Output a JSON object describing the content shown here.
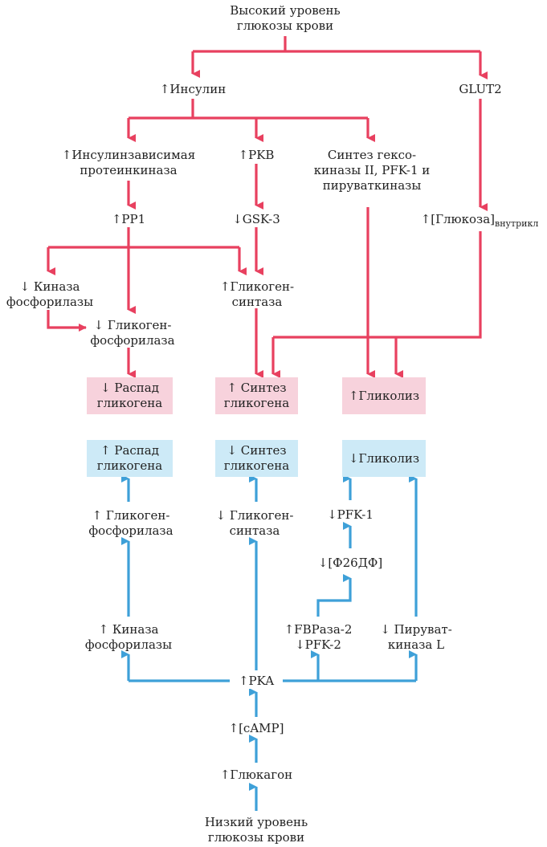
{
  "colors": {
    "insulin_path": "#e8405f",
    "glucagon_path": "#3ea0d8",
    "pink_box": "#f7d2dc",
    "blue_box": "#cdeaf7"
  },
  "top": {
    "high_glucose_1": "Высокий уровень",
    "high_glucose_2": "глюкозы крови"
  },
  "insulin": {
    "insulin": "↑Инсулин",
    "glut2": "GLUT2",
    "ins_kinase_1": "↑Инсулинзависимая",
    "ins_kinase_2": "протеинкиназа",
    "pkb": "↑PKB",
    "synth_1": "Синтез гексо-",
    "synth_2": "киназы II, PFK-1 и",
    "synth_3": "пируваткиназы",
    "pp1": "↑PP1",
    "gsk3": "↓GSK-3",
    "glucose_in": "↑[Глюкоза]",
    "glucose_in_sub": "внутрикл",
    "phk_1": "↓ Киназа",
    "phk_2": "фосфорилазы",
    "gs_1": "↑Гликоген-",
    "gs_2": "синтаза",
    "gp_1": "↓ Гликоген-",
    "gp_2": "фосфорилаза",
    "breakdown_1": "↓ Распад",
    "breakdown_2": "гликогена",
    "synthesis_1": "↑ Синтез",
    "synthesis_2": "гликогена",
    "glycolysis": "↑Гликолиз"
  },
  "glucagon": {
    "breakdown_1": "↑ Распад",
    "breakdown_2": "гликогена",
    "synthesis_1": "↓ Синтез",
    "synthesis_2": "гликогена",
    "glycolysis": "↓Гликолиз",
    "gp_1": "↑ Гликоген-",
    "gp_2": "фосфорилаза",
    "gs_1": "↓ Гликоген-",
    "gs_2": "синтаза",
    "pfk1": "↓PFK-1",
    "f26bp": "↓[Ф26ДФ]",
    "phk_1": "↑ Киназа",
    "phk_2": "фосфорилазы",
    "fbpase_1": "↑FBPаза-2",
    "fbpase_2": "↓PFK-2",
    "pk_1": "↓ Пируват-",
    "pk_2": "киназа L",
    "pka": "↑PKA",
    "camp": "↑[cAMP]",
    "glucagon": "↑Глюкагон"
  },
  "bottom": {
    "low_glucose_1": "Низкий уровень",
    "low_glucose_2": "глюкозы крови"
  }
}
